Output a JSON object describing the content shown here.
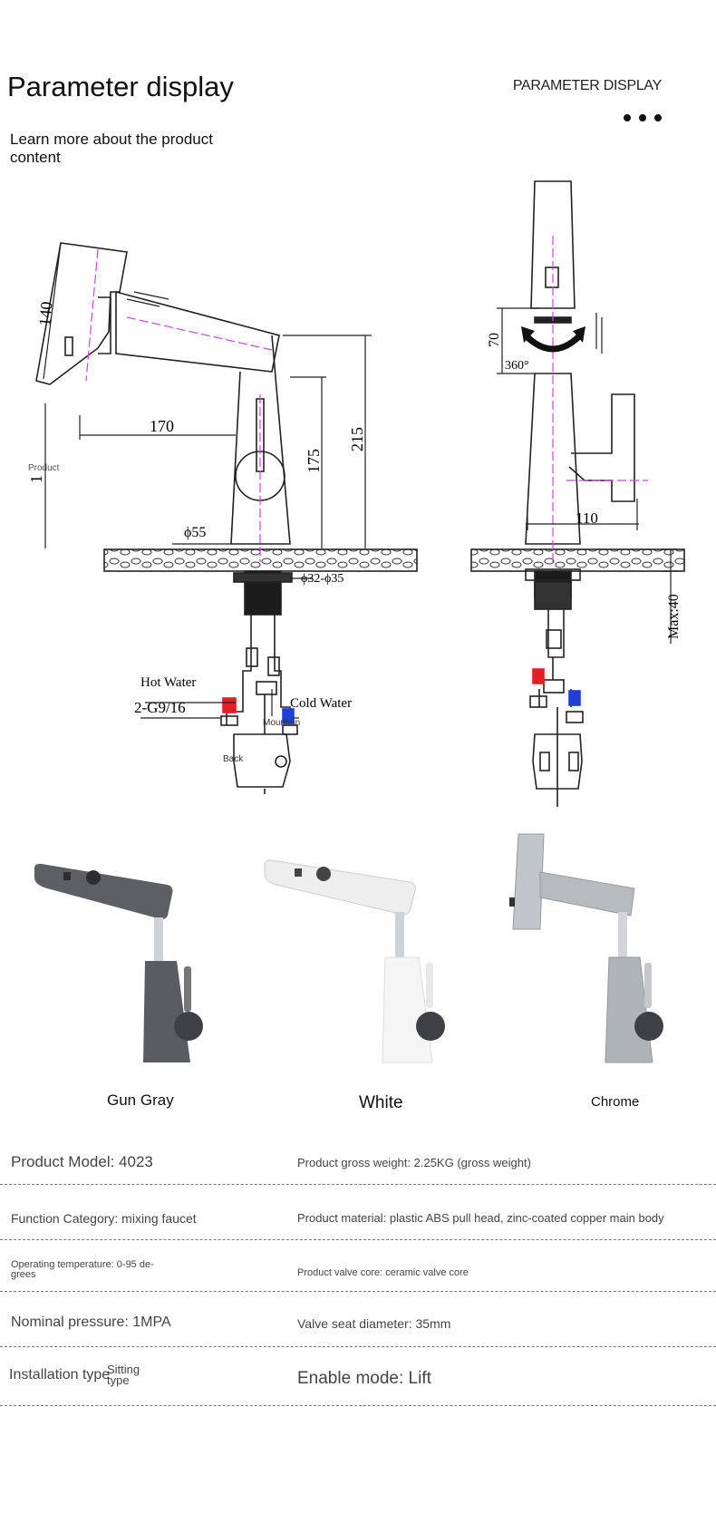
{
  "header": {
    "title": "Parameter display",
    "title_en": "PARAMETER DISPLAY",
    "subtitle": "Learn more about the product content"
  },
  "diagram": {
    "dim_140": "140",
    "dim_170": "170",
    "dim_175": "175",
    "dim_215": "215",
    "dim_55": "ϕ55",
    "dim_32_35": "ϕ32-ϕ35",
    "dim_70": "70",
    "dim_360": "360°",
    "dim_110": "110",
    "dim_max40": "Max:40",
    "label_product": "Product",
    "label_one": "1",
    "hot_water": "Hot Water",
    "cold_water": "Cold Water",
    "thread": "2-G9/16",
    "mountain": "Mountain",
    "back": "Back"
  },
  "finishes": [
    {
      "name": "Gun Gray"
    },
    {
      "name": "White"
    },
    {
      "name": "Chrome"
    }
  ],
  "specs": {
    "model": "Product Model: 4023",
    "gross_weight": "Product gross weight: 2.25KG (gross weight)",
    "function": "Function Category: mixing faucet",
    "material": "Product material: plastic ABS pull head, zinc-coated copper main body",
    "temp_line1": "Operating temperature: 0-95 de-",
    "temp_line2": "grees",
    "valve_core": "Product valve core: ceramic valve core",
    "pressure": "Nominal pressure: 1MPA",
    "valve_seat": "Valve seat diameter: 35mm",
    "install_label": "Installation type",
    "install_value_line1": "Sitting",
    "install_value_line2": "type",
    "enable_mode": "Enable mode: Lift"
  },
  "colors": {
    "gun_gray": "#5d5f64",
    "white": "#f2f2f2",
    "chrome": "#b9bcc0",
    "hot": "#e21f26",
    "cold": "#1f3fd6",
    "centerline": "#c04dd0"
  }
}
